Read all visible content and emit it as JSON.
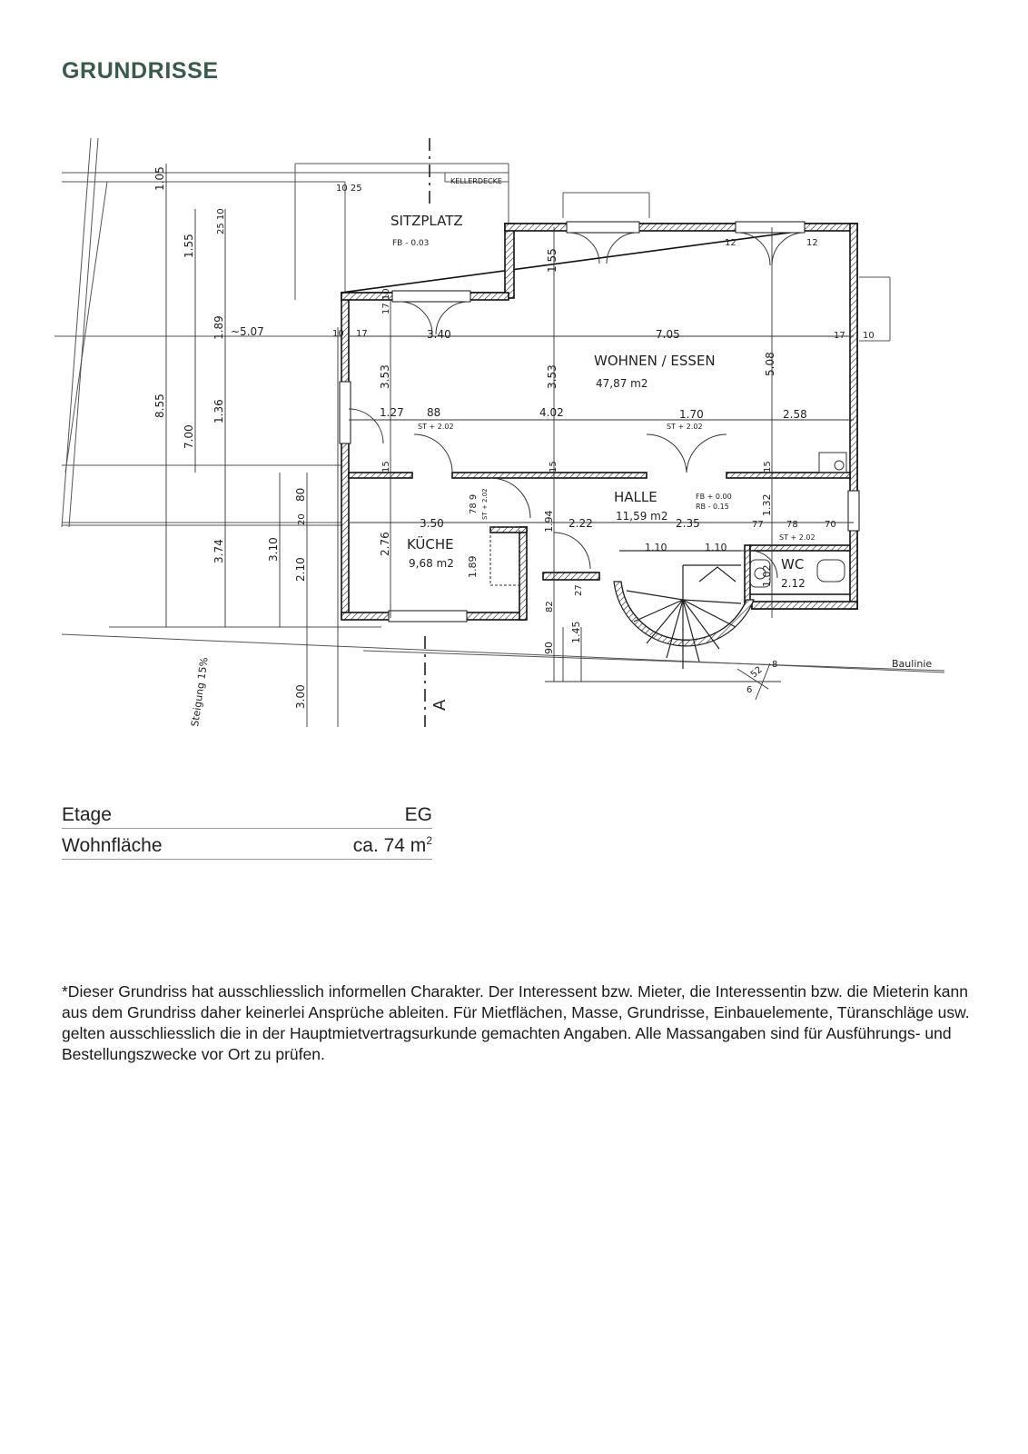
{
  "page_title": "GRUNDRISSE",
  "floor_plan": {
    "rooms": [
      {
        "name": "WOHNEN / ESSEN",
        "area": "47,87 m2"
      },
      {
        "name": "HALLE",
        "area": "11,59 m2"
      },
      {
        "name": "KÜCHE",
        "area": "9,68 m2"
      },
      {
        "name": "WC",
        "area": "2.12"
      }
    ],
    "labels": {
      "sitzplatz": "SITZPLATZ",
      "sitzplatz_fb": "FB - 0.03",
      "kellerdecke": "KELLERDECKE",
      "baulinie": "Baulinie",
      "steigung": "Steigung 15%",
      "section": "A",
      "st1": "ST + 2.02",
      "st2": "ST + 2.02",
      "st3": "ST + 2.02",
      "st4": "ST + 2.02",
      "fb_halle": "FB + 0.00",
      "rb_halle": "RB - 0.15"
    },
    "dimensions": {
      "d105": "1.05",
      "d155a": "1.55",
      "d189": "1.89",
      "d507": "~5.07",
      "d855": "8.55",
      "d136": "1.36",
      "d700": "7.00",
      "d374": "3.74",
      "d310": "3.10",
      "d210": "2.10",
      "d300": "3.00",
      "d80": "80",
      "d20": "20",
      "d1025": "10 25",
      "d2510": "25 10",
      "d1710": "17 10",
      "d340": "3.40",
      "d155b": "1.55",
      "d705": "7.05",
      "d508": "5.08",
      "d353a": "3.53",
      "d353b": "3.53",
      "d127": "1.27",
      "d88": "88",
      "d402": "4.02",
      "d170": "1.70",
      "d258": "2.58",
      "d12a": "12",
      "d12b": "12",
      "d17a": "17",
      "d17b": "17",
      "d10a": "10",
      "d10b": "10",
      "d15a": "15",
      "d15b": "15",
      "d15c": "15",
      "d350": "3.50",
      "d276": "2.76",
      "d78": "78 9",
      "d194": "1.94",
      "d222": "2.22",
      "d235": "2.35",
      "d189b": "1.89",
      "d110a": "1.10",
      "d110b": "1.10",
      "d132": "1.32",
      "d77": "77",
      "d78b": "78",
      "d70": "70",
      "d102": "1.02",
      "d82": "82",
      "d27": "27",
      "d90": "90",
      "d145": "1.45",
      "d52": "52",
      "d8": "8",
      "d6": "6"
    }
  },
  "facts": [
    {
      "label": "Etage",
      "value": "EG"
    },
    {
      "label": "Wohnfläche",
      "value": "ca. 74 m",
      "sup": "2"
    }
  ],
  "disclaimer": "*Dieser Grundriss hat ausschliesslich informellen Charakter. Der Interessent bzw. Mieter, die Interessentin bzw. die Mieterin kann aus dem Grundriss daher keinerlei Ansprüche ableiten. Für Mietflächen, Masse, Grundrisse, Einbauelemente, Türanschläge usw. gelten ausschliesslich die in der Hauptmietvertragsurkunde gemachten Angaben. Alle Massangaben sind für Ausführungs- und Bestellungszwecke vor Ort zu prüfen."
}
